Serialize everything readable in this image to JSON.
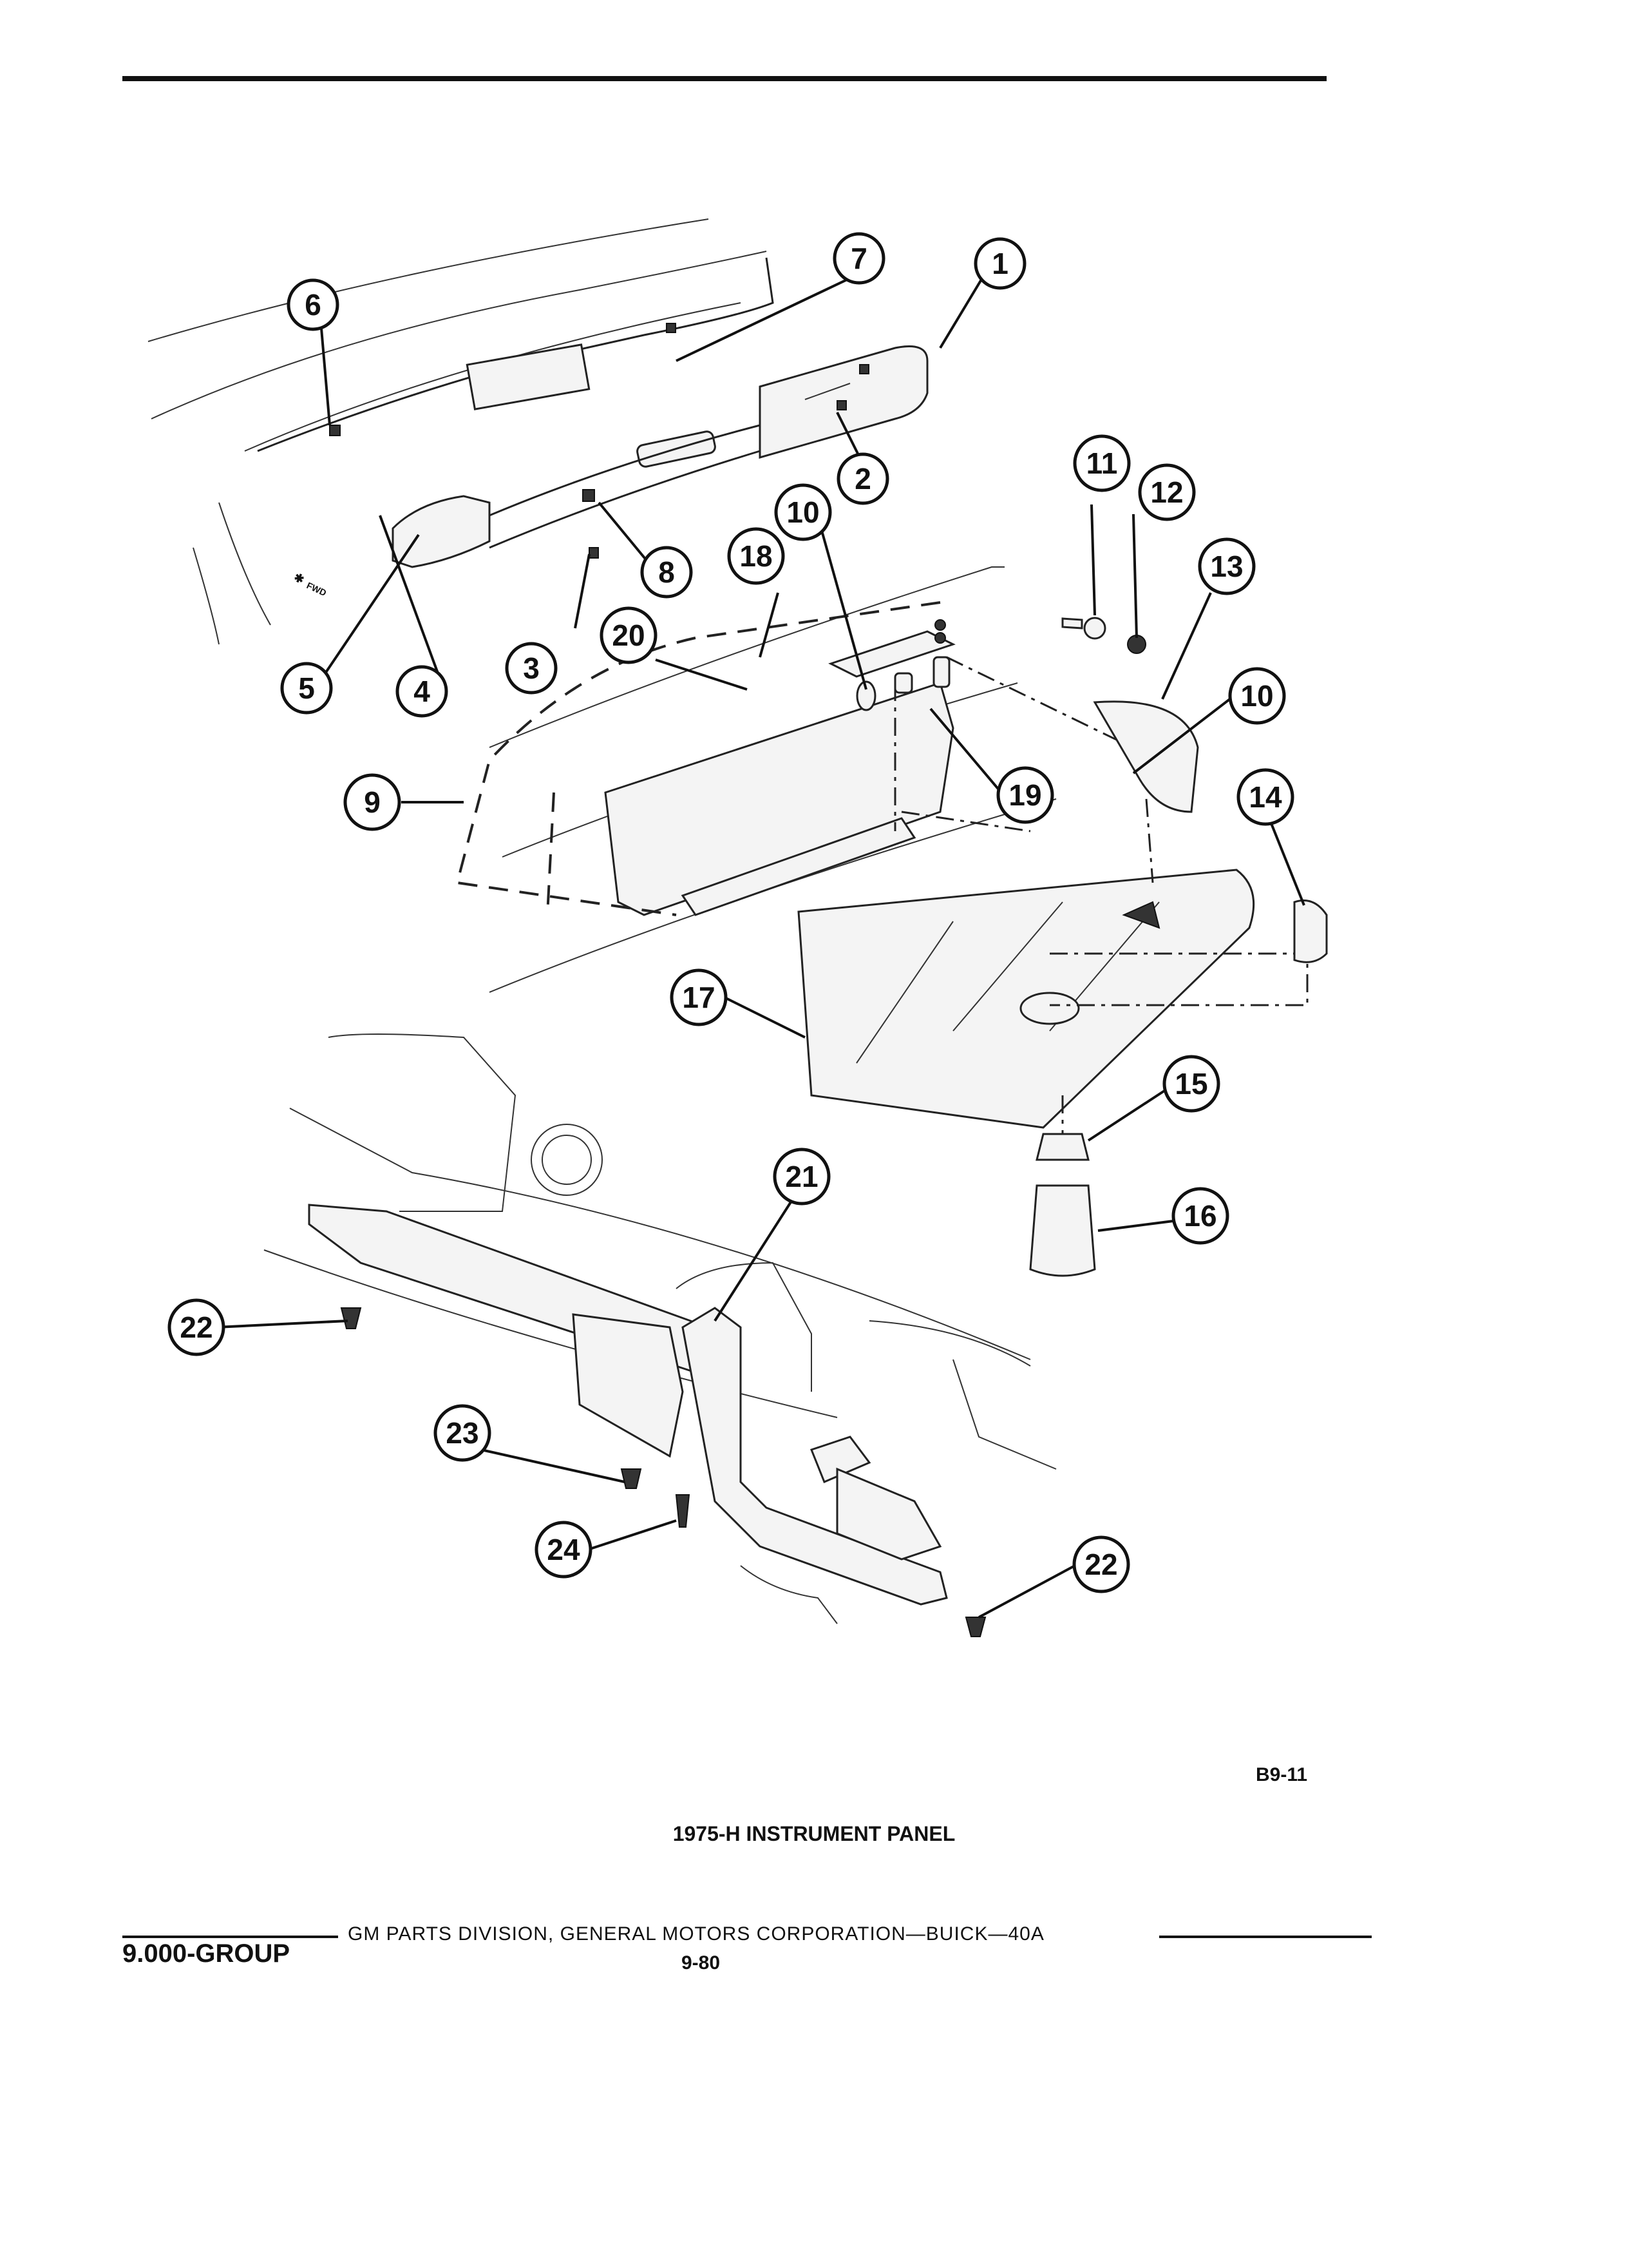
{
  "document": {
    "figure_code": "B9-11",
    "title": "1975-H INSTRUMENT PANEL",
    "footer_text": "GM PARTS DIVISION, GENERAL MOTORS CORPORATION—BUICK—40A",
    "group": "9.000-GROUP",
    "page_number": "9-80",
    "direction_label": "FWD"
  },
  "callouts": [
    "1",
    "2",
    "3",
    "4",
    "5",
    "6",
    "7",
    "8",
    "9",
    "10",
    "10",
    "11",
    "12",
    "13",
    "14",
    "15",
    "16",
    "17",
    "18",
    "19",
    "20",
    "21",
    "22",
    "22",
    "23",
    "24"
  ]
}
